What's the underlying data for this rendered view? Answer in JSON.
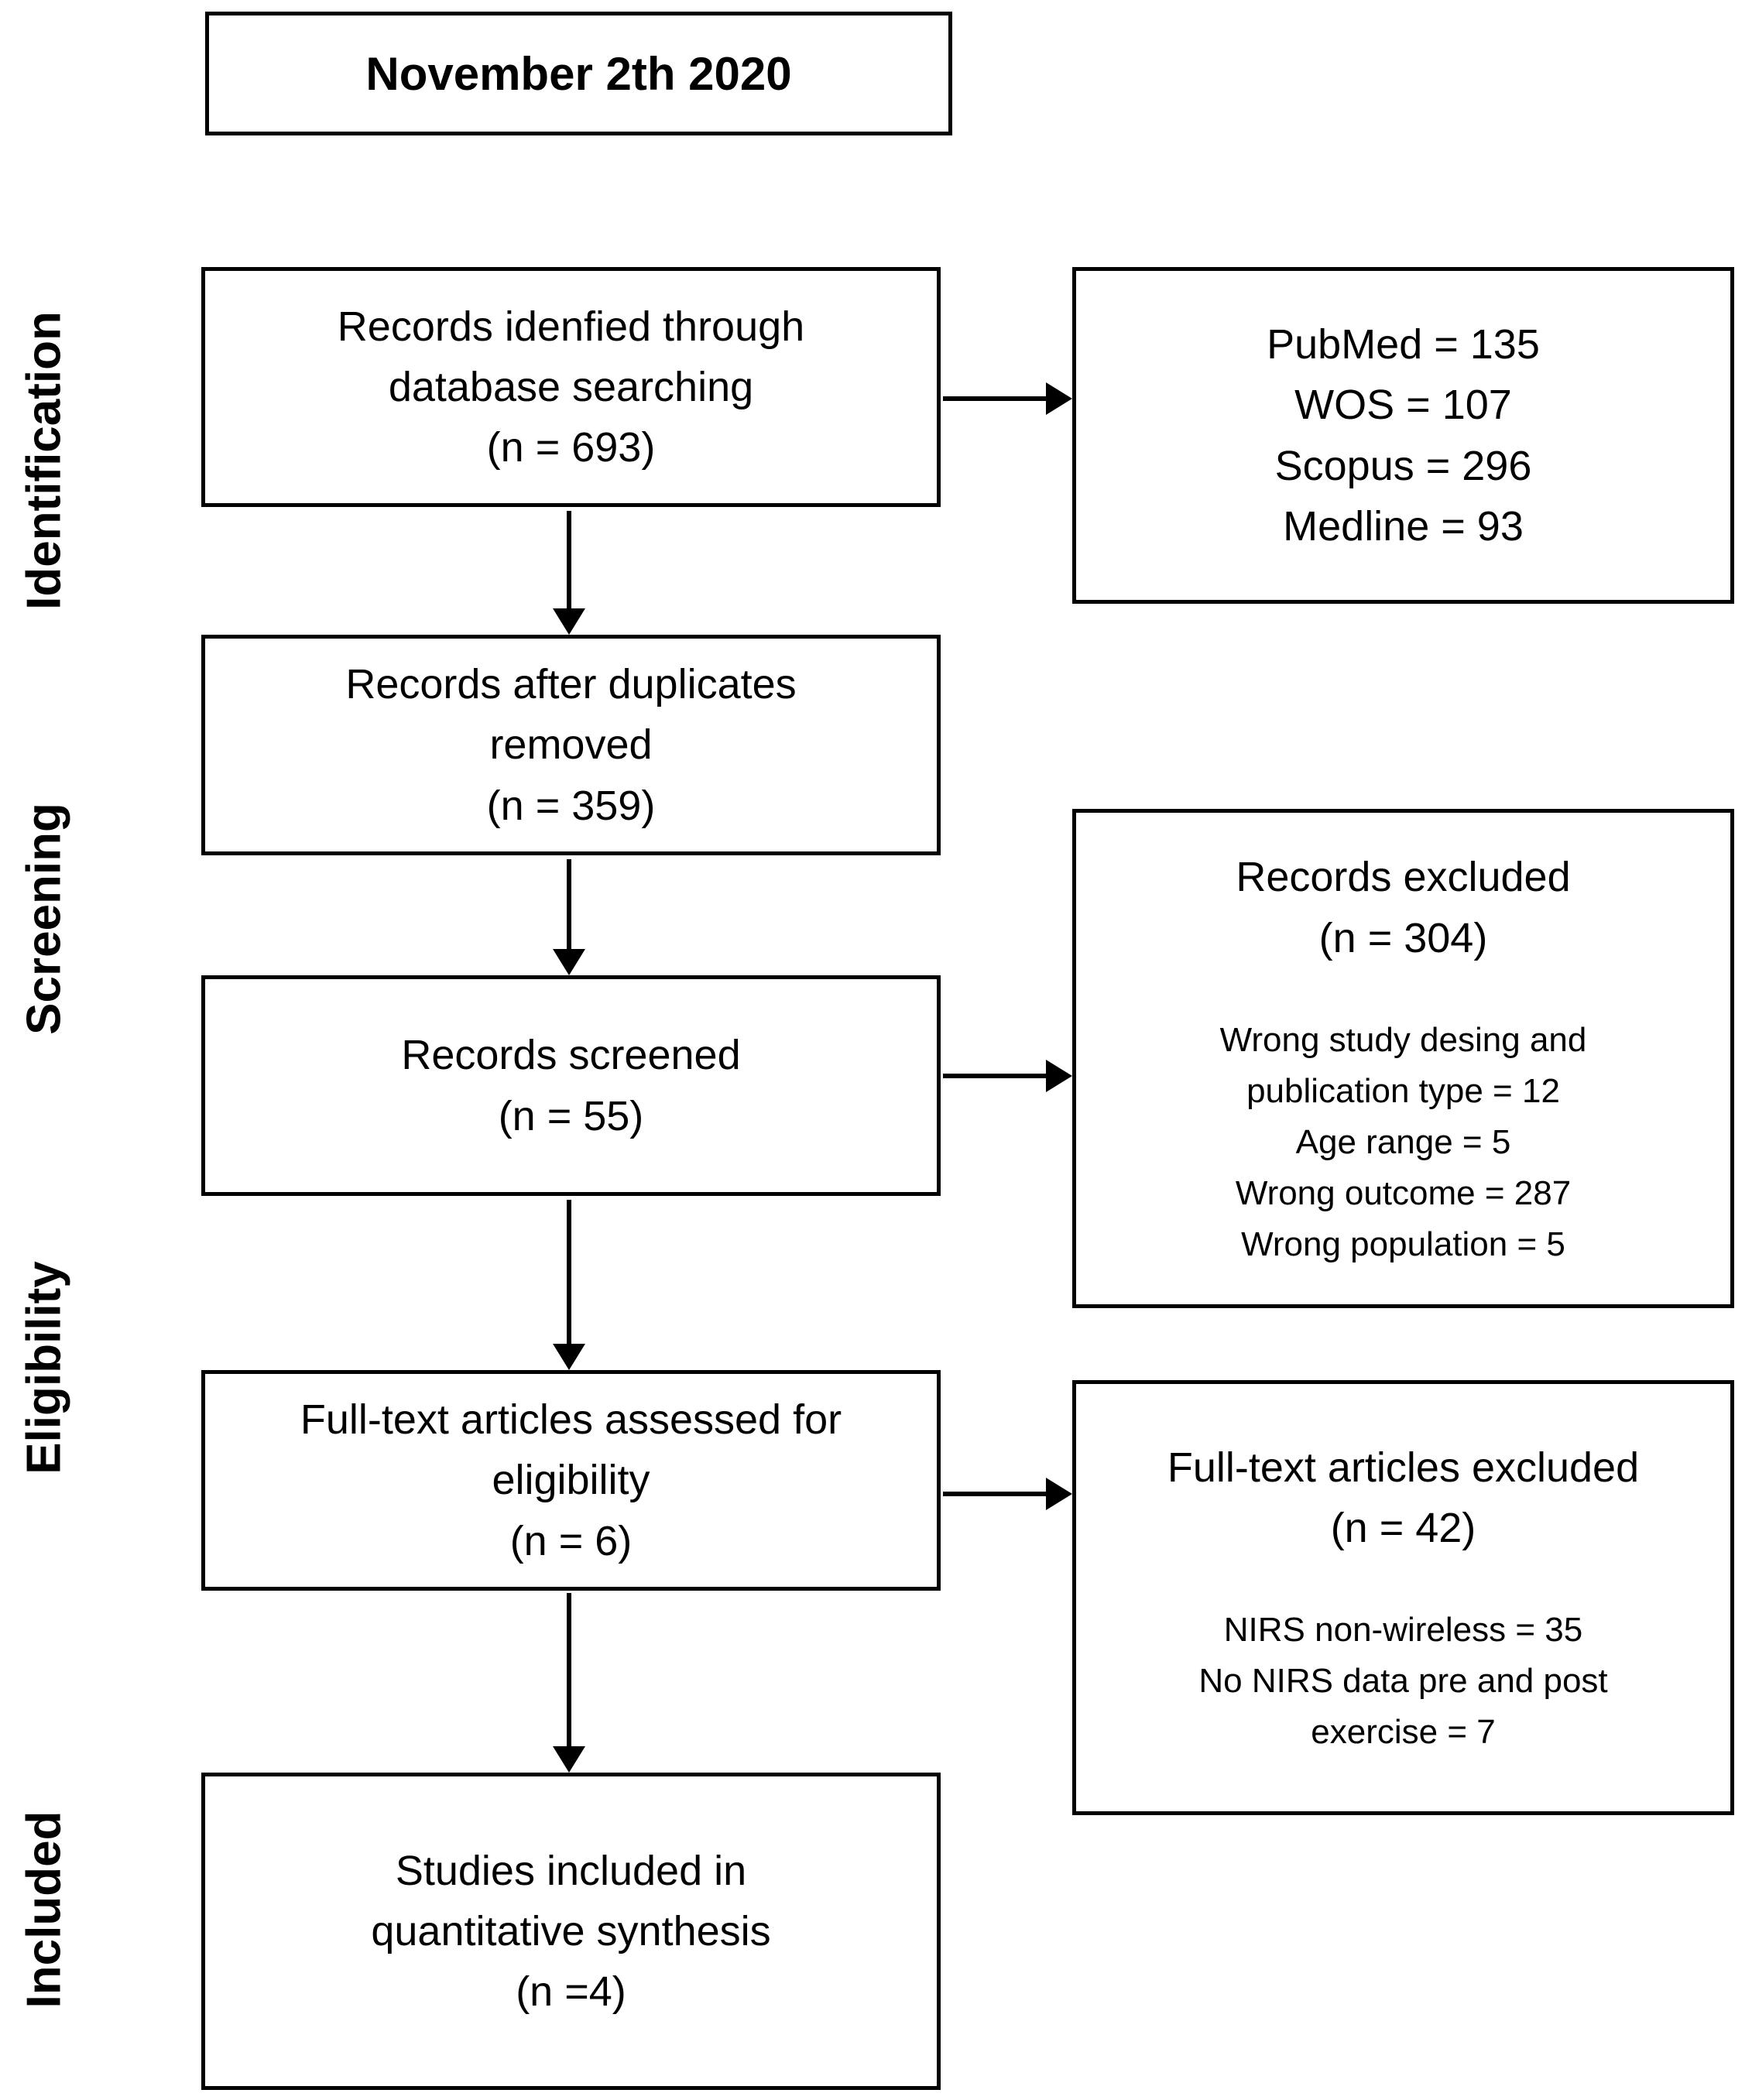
{
  "title_box": {
    "label": "November 2th 2020"
  },
  "sidebar": {
    "identification": "Identification",
    "screening": "Screening",
    "eligibility": "Eligibility",
    "included": "Included"
  },
  "flow_boxes": {
    "identified": "Records idenfied through\ndatabase searching\n(n = 693)",
    "duplicates_removed": "Records after duplicates\nremoved\n(n = 359)",
    "screened": "Records screened\n(n = 55)",
    "fulltext_assessed": "Full-text articles assessed for\neligibility\n(n = 6)",
    "included_synthesis": "Studies included in\nquantitative synthesis\n(n =4)"
  },
  "side_boxes": {
    "databases": {
      "heading": "PubMed = 135\nWOS = 107\nScopus = 296\nMedline = 93"
    },
    "records_excluded": {
      "heading": "Records excluded\n(n = 304)",
      "details": "Wrong study desing and\npublication type = 12\nAge range = 5\nWrong outcome = 287\nWrong population = 5"
    },
    "fulltext_excluded": {
      "heading": "Full-text articles excluded\n(n = 42)",
      "details": "NIRS non-wireless = 35\nNo NIRS data pre and post\nexercise = 7"
    }
  },
  "colors": {
    "ink": "#000000",
    "background": "#ffffff"
  }
}
